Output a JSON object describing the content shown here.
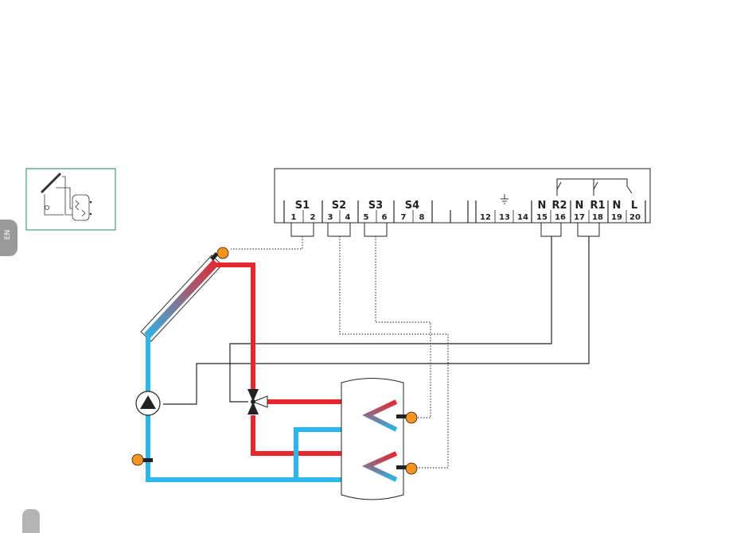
{
  "language_tab": "EN",
  "terminal_groups": [
    "S1",
    "S2",
    "S3",
    "S4",
    "N",
    "R2",
    "N",
    "R1",
    "N",
    "L"
  ],
  "terminal_numbers": [
    "1",
    "2",
    "3",
    "4",
    "5",
    "6",
    "7",
    "8",
    "12",
    "13",
    "14",
    "15",
    "16",
    "17",
    "18",
    "19",
    "20"
  ],
  "ground_symbol": "⏚",
  "colors": {
    "hot_pipe": "#e8262d",
    "cold_pipe": "#2ab6e9",
    "sensor": "#f7941d",
    "frame": "#222222",
    "thumbnail_border": "#1f8a5a",
    "side_tab": "#9a9a9a"
  },
  "icons": [
    "pump-icon",
    "three-way-valve-icon",
    "relay-switch-icon",
    "ground-icon",
    "temperature-sensor-icon"
  ]
}
